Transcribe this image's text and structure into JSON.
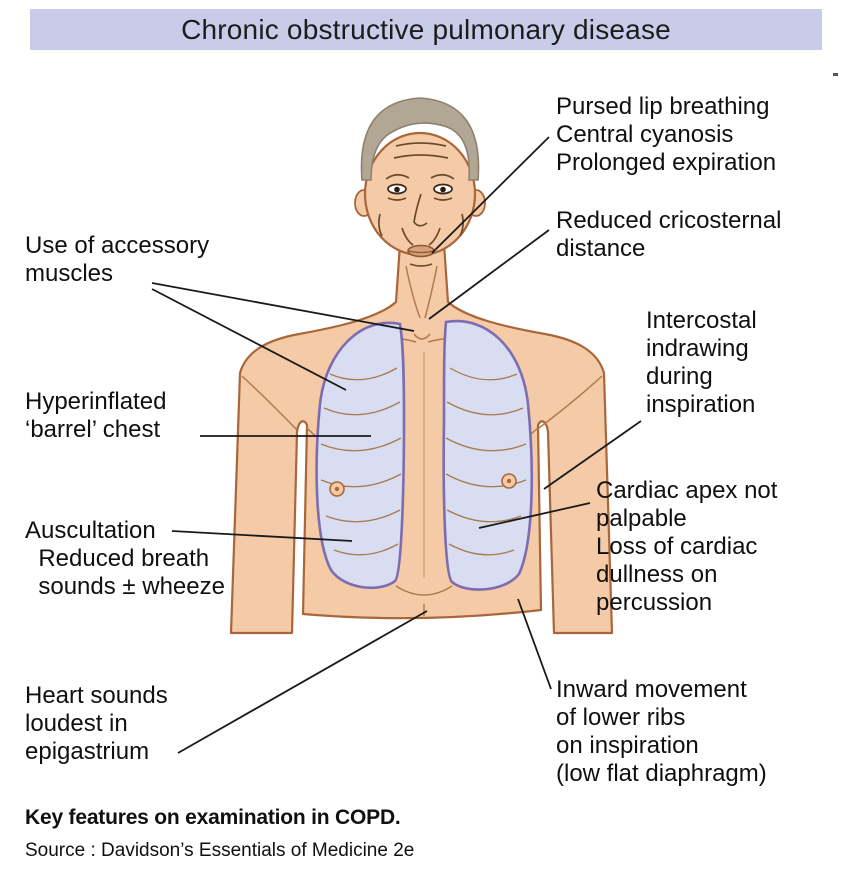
{
  "title": "Chronic obstructive pulmonary disease",
  "annotations": {
    "pursed_lip": "Pursed lip breathing\nCentral cyanosis\nProlonged expiration",
    "cricosternal": "Reduced cricosternal\ndistance",
    "accessory_muscles": "Use of accessory\nmuscles",
    "barrel_chest": "Hyperinflated\n‘barrel’ chest",
    "intercostal": "Intercostal\nindrawing\nduring\ninspiration",
    "cardiac_apex": "Cardiac apex not\npalpable\nLoss of cardiac\ndullness on\npercussion",
    "auscultation": "Auscultation\n  Reduced breath\n  sounds ± wheeze",
    "heart_sounds": "Heart sounds\nloudest in\nepigastrium",
    "lower_ribs": "Inward movement\nof lower ribs\non inspiration\n(low flat diaphragm)"
  },
  "caption": "Key features on examination in COPD.",
  "source": "Source : Davidson’s Essentials of Medicine 2e",
  "colors": {
    "title_bg": "#c8cce8",
    "skin": "#f4cba6",
    "skin_outline": "#a8663a",
    "lung_fill": "#d9ddf2",
    "lung_stroke": "#7d6cb0",
    "hair": "#b2a694",
    "leader_line": "#1a1a1a"
  }
}
